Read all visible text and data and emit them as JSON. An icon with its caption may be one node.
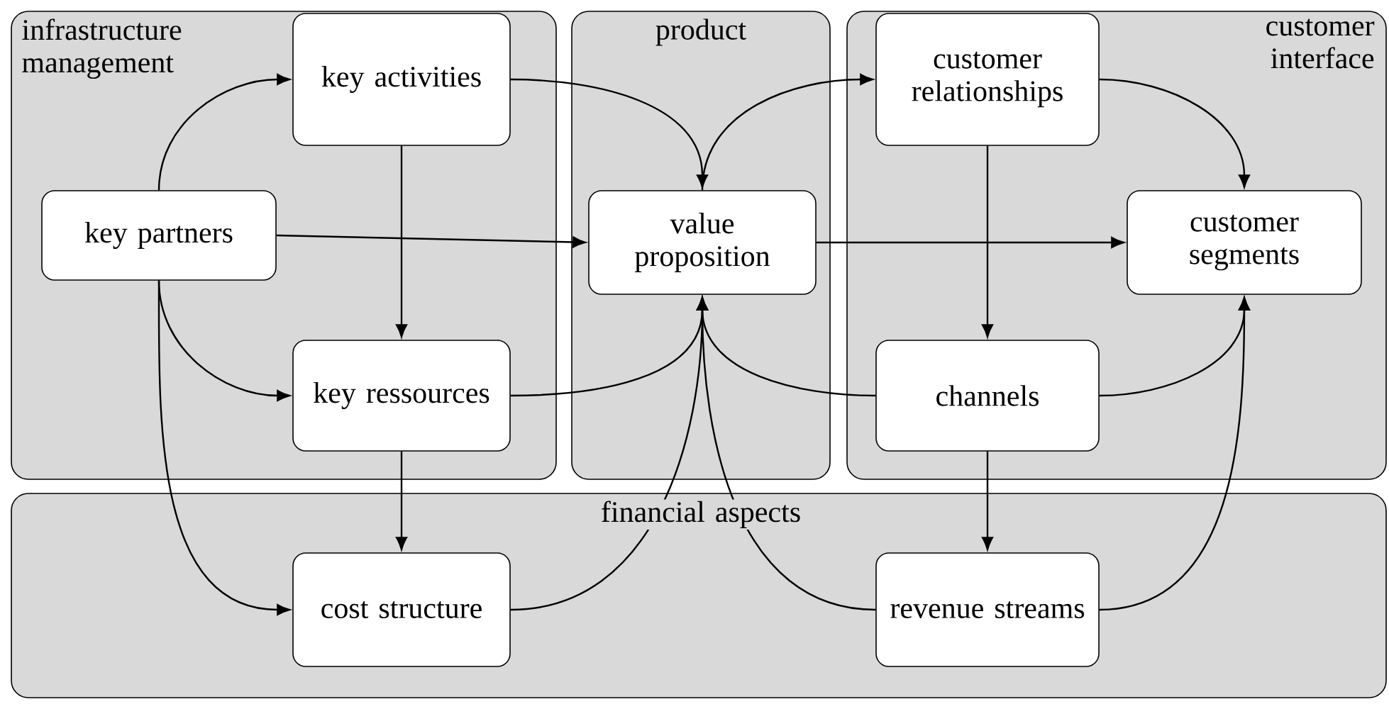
{
  "diagram": {
    "nodes": [
      {
        "text": [
          "infrastructure management"
        ]
      },
      {
        "text": [
          "product"
        ]
      },
      {
        "text": [
          "customer interface"
        ]
      },
      {
        "text": [
          "financial aspects"
        ]
      },
      {
        "text": [
          "key activities"
        ],
        "in": 0
      },
      {
        "text": [
          "key partners"
        ],
        "in": 0
      },
      {
        "text": [
          "key ressources"
        ],
        "in": 0
      },
      {
        "text": [
          "value proposition"
        ],
        "in": 1
      },
      {
        "text": [
          "customer relationships"
        ],
        "in": 2
      },
      {
        "text": [
          "customer segments"
        ],
        "in": 2
      },
      {
        "text": [
          "channels"
        ],
        "in": 2
      },
      {
        "text": [
          "cost structure"
        ],
        "in": 3
      },
      {
        "text": [
          "revenue streams"
        ],
        "in": 3
      }
    ],
    "edges": [
      {
        "from": 5,
        "to": 4,
        "arrow": "to"
      },
      {
        "from": 5,
        "to": 6,
        "arrow": "to"
      },
      {
        "from": 5,
        "to": 7,
        "arrow": "to"
      },
      {
        "from": 5,
        "to": 11,
        "arrow": "to"
      },
      {
        "from": 4,
        "to": 6,
        "arrow": "to"
      },
      {
        "from": 4,
        "to": 7,
        "arrow": "to"
      },
      {
        "from": 6,
        "to": 7,
        "arrow": "to"
      },
      {
        "from": 6,
        "to": 11,
        "arrow": "to"
      },
      {
        "from": 11,
        "to": 7,
        "arrow": "to"
      },
      {
        "from": 7,
        "to": 8,
        "arrow": "to"
      },
      {
        "from": 7,
        "to": 9,
        "arrow": "to"
      },
      {
        "from": 8,
        "to": 10,
        "arrow": "to"
      },
      {
        "from": 8,
        "to": 9,
        "arrow": "to"
      },
      {
        "from": 10,
        "to": 7,
        "arrow": "to"
      },
      {
        "from": 10,
        "to": 9,
        "arrow": "to"
      },
      {
        "from": 10,
        "to": 12,
        "arrow": "to"
      },
      {
        "from": 12,
        "to": 7,
        "arrow": "to"
      },
      {
        "from": 12,
        "to": 9,
        "arrow": "to"
      }
    ]
  }
}
